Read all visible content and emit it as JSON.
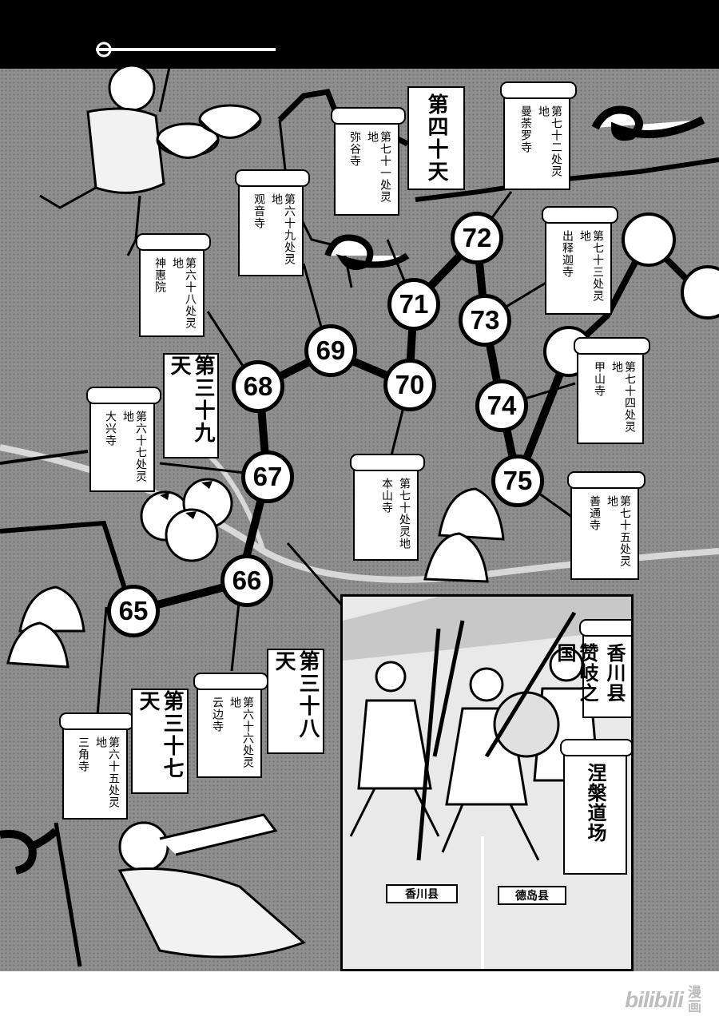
{
  "stations": [
    {
      "num": "65"
    },
    {
      "num": "66"
    },
    {
      "num": "67"
    },
    {
      "num": "68"
    },
    {
      "num": "69"
    },
    {
      "num": "70"
    },
    {
      "num": "71"
    },
    {
      "num": "72"
    },
    {
      "num": "73"
    },
    {
      "num": "74"
    },
    {
      "num": "75"
    }
  ],
  "temples": [
    {
      "line1": "第六十五处灵地",
      "line2": "三角寺"
    },
    {
      "line1": "第六十六处灵地",
      "line2": "云边寺"
    },
    {
      "line1": "第六十七处灵地",
      "line2": "大兴寺"
    },
    {
      "line1": "第六十八处灵地",
      "line2": "神惠院"
    },
    {
      "line1": "第六十九处灵地",
      "line2": "观音寺"
    },
    {
      "line1": "第七十处灵地",
      "line2": "本山寺"
    },
    {
      "line1": "第七十一处灵地",
      "line2": "弥谷寺"
    },
    {
      "line1": "第七十二处灵地",
      "line2": "曼荼罗寺"
    },
    {
      "line1": "第七十三处灵地",
      "line2": "出释迦寺"
    },
    {
      "line1": "第七十四处灵地",
      "line2": "甲山寺"
    },
    {
      "line1": "第七十五处灵地",
      "line2": "善通寺"
    }
  ],
  "days": {
    "d37": "第三十七天",
    "d38": "第三十八天",
    "d39": "第三十九天",
    "d40": "第四十天"
  },
  "panel": {
    "prefecture_line1": "香川县",
    "prefecture_line2": "赞岐之国",
    "dojo": "涅槃道场",
    "plaque_left": "香川县",
    "plaque_right": "德岛县"
  },
  "watermark": {
    "word": "bilibili",
    "manhua1": "漫",
    "manhua2": "画"
  },
  "colors": {
    "background": "#8f8f8f",
    "ink": "#000000",
    "paper": "#ffffff"
  }
}
